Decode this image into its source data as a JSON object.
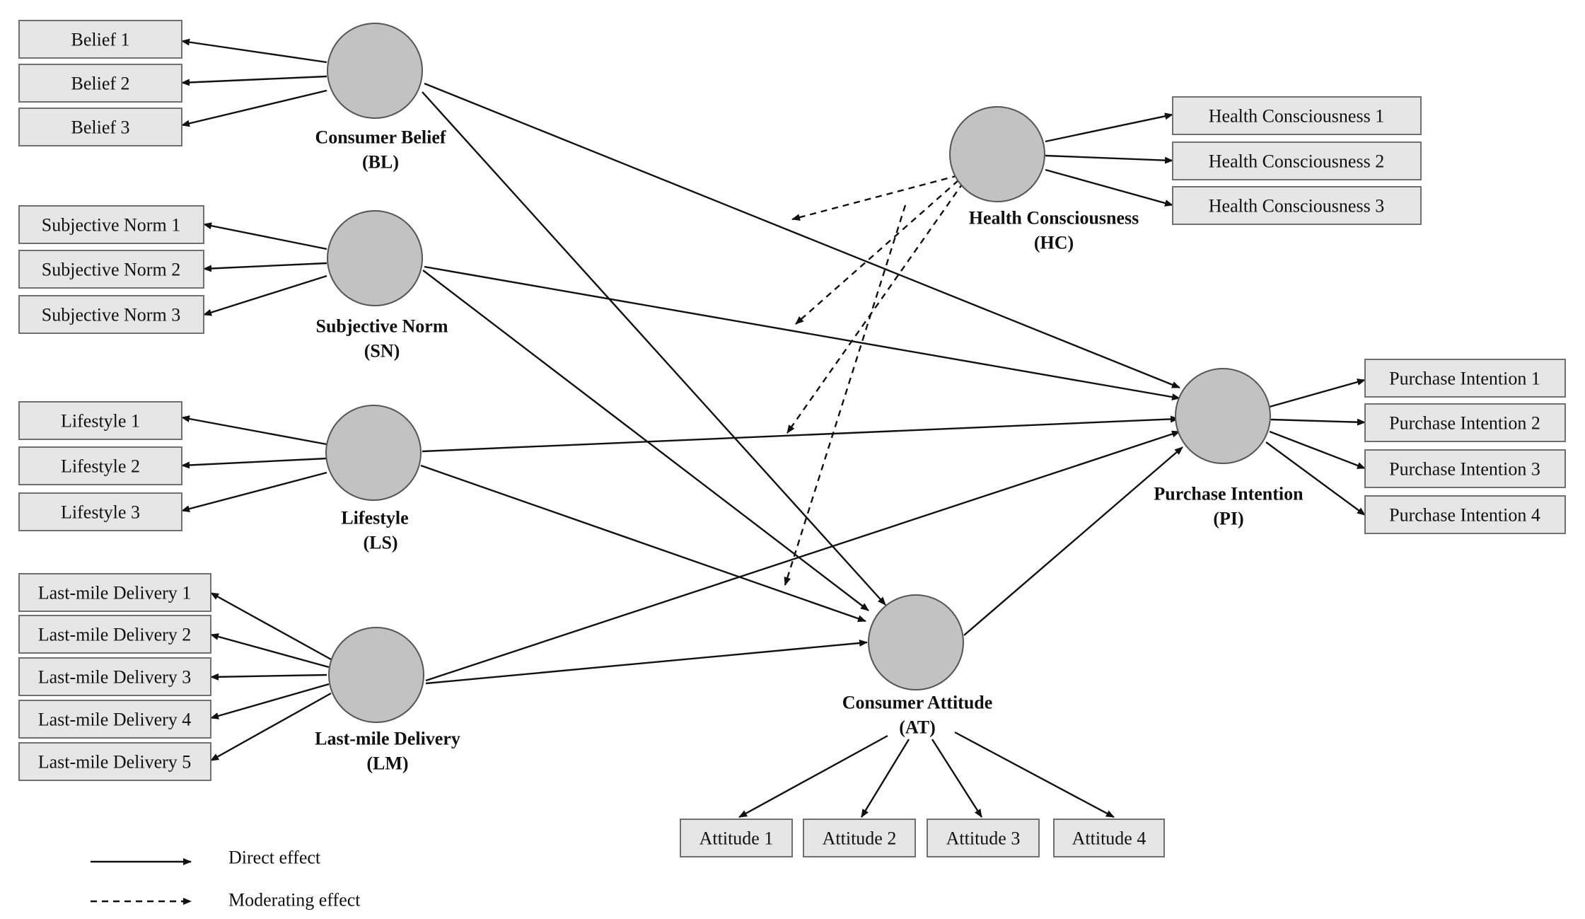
{
  "constructs": {
    "bl": {
      "name": "Consumer Belief",
      "abbr": "(BL)"
    },
    "sn": {
      "name": "Subjective Norm",
      "abbr": "(SN)"
    },
    "ls": {
      "name": "Lifestyle",
      "abbr": "(LS)"
    },
    "lm": {
      "name": "Last-mile Delivery",
      "abbr": "(LM)"
    },
    "hc": {
      "name": "Health Consciousness",
      "abbr": "(HC)"
    },
    "pi": {
      "name": "Purchase Intention",
      "abbr": "(PI)"
    },
    "at": {
      "name": "Consumer Attitude",
      "abbr": "(AT)"
    }
  },
  "indicators": {
    "bl": [
      "Belief 1",
      "Belief 2",
      "Belief 3"
    ],
    "sn": [
      "Subjective Norm 1",
      "Subjective Norm 2",
      "Subjective Norm 3"
    ],
    "ls": [
      "Lifestyle 1",
      "Lifestyle 2",
      "Lifestyle 3"
    ],
    "lm": [
      "Last-mile Delivery 1",
      "Last-mile Delivery 2",
      "Last-mile Delivery 3",
      "Last-mile Delivery 4",
      "Last-mile Delivery 5"
    ],
    "hc": [
      "Health Consciousness 1",
      "Health Consciousness 2",
      "Health Consciousness 3"
    ],
    "pi": [
      "Purchase Intention 1",
      "Purchase Intention 2",
      "Purchase Intention 3",
      "Purchase Intention 4"
    ],
    "at": [
      "Attitude 1",
      "Attitude 2",
      "Attitude 3",
      "Attitude 4"
    ]
  },
  "legend": {
    "direct": "Direct effect",
    "moderating": "Moderating effect"
  },
  "colors": {
    "construct_fill": "#c2c2c2",
    "indicator_fill": "#e6e6e6",
    "line": "#111111"
  }
}
